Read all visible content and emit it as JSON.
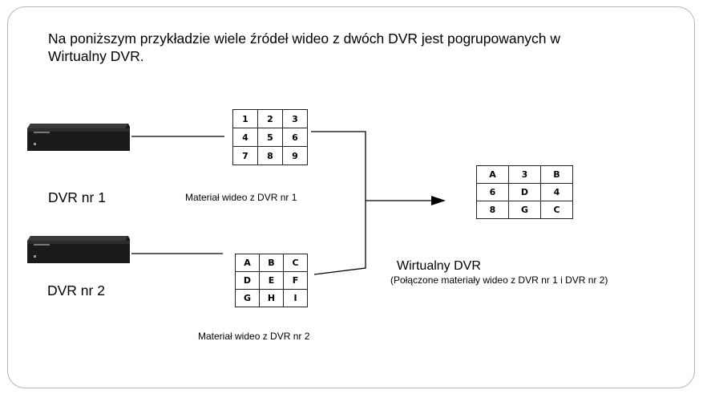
{
  "intro_text": "Na poniższym przykładzie wiele źródeł wideo z dwóch DVR jest pogrupowanych w Wirtualny DVR.",
  "dvr1": {
    "name": "DVR nr 1",
    "feed_caption": "Materiał wideo z DVR nr 1",
    "grid": [
      [
        "1",
        "2",
        "3"
      ],
      [
        "4",
        "5",
        "6"
      ],
      [
        "7",
        "8",
        "9"
      ]
    ]
  },
  "dvr2": {
    "name": "DVR nr 2",
    "feed_caption": "Materiał wideo z DVR nr 2",
    "grid": [
      [
        "A",
        "B",
        "C"
      ],
      [
        "D",
        "E",
        "F"
      ],
      [
        "G",
        "H",
        "I"
      ]
    ]
  },
  "virtual": {
    "title": "Wirtualny DVR",
    "subtitle": "(Połączone materiały wideo z DVR nr 1 i DVR nr 2)",
    "grid": [
      [
        "A",
        "3",
        "B"
      ],
      [
        "6",
        "D",
        "4"
      ],
      [
        "8",
        "G",
        "C"
      ]
    ]
  },
  "colors": {
    "line": "#000000",
    "frame": "#b4b4b4",
    "device": "#1a1a1a"
  }
}
